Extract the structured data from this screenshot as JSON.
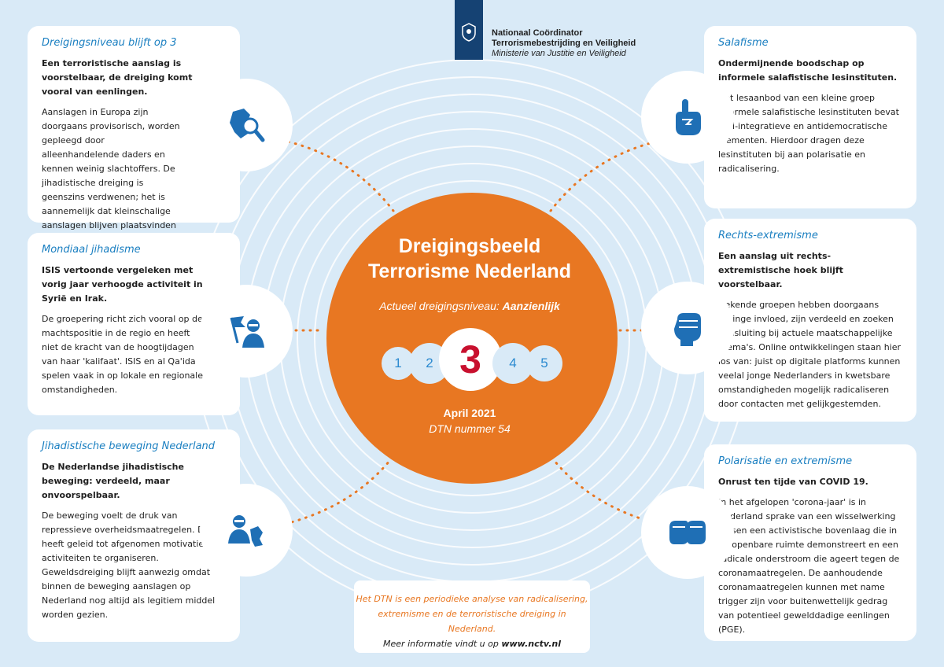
{
  "header": {
    "org_line1": "Nationaal Coördinator",
    "org_line2": "Terrorismebestrijding en Veiligheid",
    "org_line3": "Ministerie van Justitie en Veiligheid"
  },
  "center": {
    "title_line1": "Dreigingsbeeld",
    "title_line2": "Terrorisme Nederland",
    "level_label": "Actueel dreigingsniveau:",
    "level_value": "Aanzienlijk",
    "levels": [
      "1",
      "2",
      "3",
      "4",
      "5"
    ],
    "date": "April 2021",
    "number": "DTN nummer 54"
  },
  "cards": {
    "left_top": {
      "title": "Dreigingsniveau blijft op 3",
      "lead": "Een terroristische aanslag is voorstelbaar, de dreiging komt vooral van eenlingen.",
      "body": "Aanslagen in Europa zijn doorgaans provisorisch, worden gepleegd door alleenhandelende daders en kennen weinig slachtoffers. De jihadistische dreiging is geenszins verdwenen; het is aannemelijk dat kleinschalige aanslagen blijven plaatsvinden in Europa en Nederland."
    },
    "left_mid": {
      "title": "Mondiaal jihadisme",
      "lead": "ISIS vertoonde vergeleken met vorig jaar verhoogde activiteit in Syrië en Irak.",
      "body": "De groepering richt zich vooral op de machtspositie in de regio en heeft niet de kracht van de hoogtijdagen van haar 'kalifaat'. ISIS en al Qa'ida spelen vaak in op lokale en regionale omstandigheden."
    },
    "left_bot": {
      "title": "Jihadistische beweging Nederland",
      "lead": "De Nederlandse jihadistische beweging: verdeeld, maar onvoorspelbaar.",
      "body": "De beweging voelt de druk van repressieve overheidsmaatregelen. Dit heeft geleid tot afgenomen motivatie om activiteiten te organiseren. Geweldsdreiging blijft aanwezig omdat binnen de beweging aanslagen op Nederland nog altijd als legitiem middel worden gezien."
    },
    "right_top": {
      "title": "Salafisme",
      "lead": "Ondermijnende boodschap op informele salafistische lesinstituten.",
      "body": "Het lesaanbod van een kleine groep informele salafistische lesinstituten bevat anti-integratieve en antidemocratische elementen. Hierdoor dragen deze lesinstituten bij aan polarisatie en radicalisering."
    },
    "right_mid": {
      "title": "Rechts-extremisme",
      "lead": "Een aanslag uit rechts-extremistische hoek blijft voorstelbaar.",
      "body": "Gekende groepen hebben doorgaans geringe invloed, zijn verdeeld en zoeken aansluiting bij actuele maatschappelijke thema's. Online ontwikkelingen staan hier los van: juist op digitale platforms kunnen veelal jonge Nederlanders in kwetsbare omstandigheden mogelijk radicaliseren door contacten met gelijkgestemden."
    },
    "right_bot": {
      "title": "Polarisatie en extremisme",
      "lead": "Onrust ten tijde van COVID 19.",
      "body": "In het afgelopen 'corona-jaar' is in Nederland sprake van een wisselwerking tussen een activistische bovenlaag die in de openbare ruimte demonstreert en een radicale onderstroom die ageert tegen de coronamaatregelen. De aanhoudende coronamaatregelen kunnen met name trigger zijn voor buitenwettelijk gedrag van potentieel gewelddadige eenlingen (PGE)."
    }
  },
  "info": {
    "line1": "Het DTN is een periodieke analyse van radicalisering,",
    "line2": "extremisme en de terroristische dreiging in Nederland.",
    "line3_prefix": "Meer informatie vindt u op",
    "line3_link": "www.nctv.nl"
  },
  "colors": {
    "orange": "#e87722",
    "blue": "#1a7fc1",
    "icon_blue": "#1f6fb5",
    "background": "#d9eaf7",
    "red_level": "#c8102e",
    "logo_blue": "#154273"
  },
  "icons": [
    "map-magnifier-icon",
    "masked-person-flag-icon",
    "masked-person-map-icon",
    "raised-finger-hand-icon",
    "raised-fist-icon",
    "clasped-fists-icon",
    "royal-crest-icon"
  ]
}
